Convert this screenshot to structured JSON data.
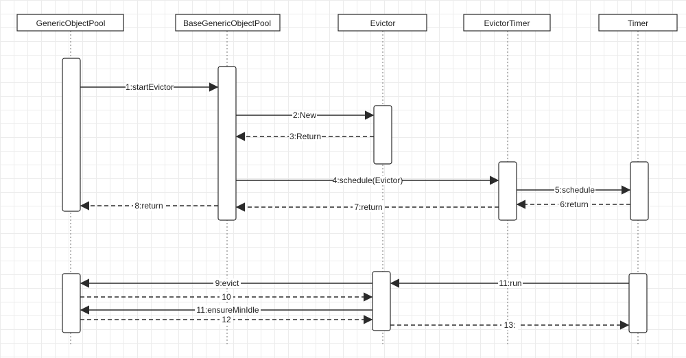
{
  "lifelines": [
    {
      "id": "gop",
      "label": "GenericObjectPool"
    },
    {
      "id": "bgop",
      "label": "BaseGenericObjectPool"
    },
    {
      "id": "evictor",
      "label": "Evictor"
    },
    {
      "id": "evictortimer",
      "label": "EvictorTimer"
    },
    {
      "id": "timer",
      "label": "Timer"
    }
  ],
  "messages": [
    {
      "id": "m1",
      "label": "1:startEvictor",
      "from": "gop",
      "to": "bgop",
      "kind": "call"
    },
    {
      "id": "m2",
      "label": "2:New",
      "from": "bgop",
      "to": "evictor",
      "kind": "call"
    },
    {
      "id": "m3",
      "label": "3:Return",
      "from": "evictor",
      "to": "bgop",
      "kind": "return"
    },
    {
      "id": "m4",
      "label": "4:schedule(Evictor)",
      "from": "bgop",
      "to": "evictortimer",
      "kind": "call"
    },
    {
      "id": "m5",
      "label": "5:schedule",
      "from": "evictortimer",
      "to": "timer",
      "kind": "call"
    },
    {
      "id": "m6",
      "label": "6:return",
      "from": "timer",
      "to": "evictortimer",
      "kind": "return"
    },
    {
      "id": "m7",
      "label": "7:return",
      "from": "evictortimer",
      "to": "bgop",
      "kind": "return"
    },
    {
      "id": "m8",
      "label": "8:return",
      "from": "bgop",
      "to": "gop",
      "kind": "return"
    },
    {
      "id": "m9",
      "label": "9:evict",
      "from": "evictor",
      "to": "gop",
      "kind": "call"
    },
    {
      "id": "m10",
      "label": "10",
      "from": "gop",
      "to": "evictor",
      "kind": "return"
    },
    {
      "id": "m11a",
      "label": "11:run",
      "from": "timer",
      "to": "evictor",
      "kind": "call"
    },
    {
      "id": "m11b",
      "label": "11:ensureMinIdle",
      "from": "evictor",
      "to": "gop",
      "kind": "call"
    },
    {
      "id": "m12",
      "label": "12",
      "from": "gop",
      "to": "evictor",
      "kind": "return"
    },
    {
      "id": "m13",
      "label": "13:",
      "from": "evictor",
      "to": "timer",
      "kind": "return"
    }
  ]
}
